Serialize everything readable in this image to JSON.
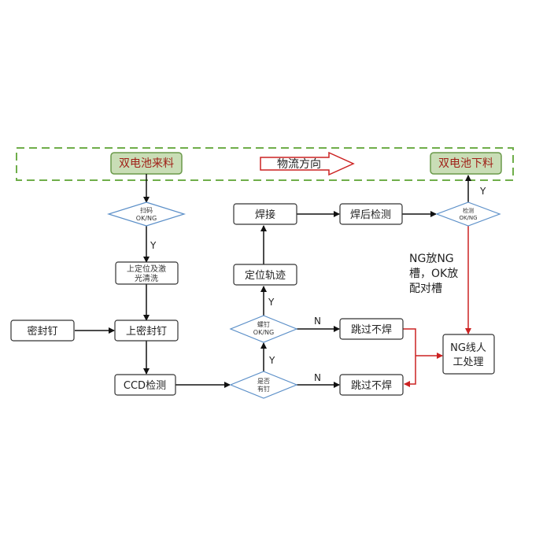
{
  "colors": {
    "dashed_border": "#6fae4a",
    "terminal_fill": "#c9ddb6",
    "terminal_stroke": "#6a9a4a",
    "terminal_text": "#a02018",
    "diamond_stroke": "#5b8fc8",
    "line": "#111111",
    "red_line": "#cc2222",
    "box_stroke": "#333333"
  },
  "header": {
    "start": "双电池来料",
    "end": "双电池下料",
    "direction": "物流方向"
  },
  "nodes": {
    "scan": [
      "扫码",
      "OK/NG"
    ],
    "locate_clean": [
      "上定位及激",
      "光清洗"
    ],
    "seal_nail": "密封钉",
    "place_nail": "上密封钉",
    "ccd": "CCD检测",
    "has_nail": [
      "是否",
      "有钉"
    ],
    "skip1": "跳过不焊",
    "skip2": "跳过不焊",
    "weld_check": [
      "螺钉",
      "OK/NG"
    ],
    "locate_track": "定位轨迹",
    "weld": "焊接",
    "post_check": "焊后检测",
    "final_check": [
      "检测",
      "OK/NG"
    ],
    "ng_manual": [
      "NG线人",
      "工处理"
    ]
  },
  "labels": {
    "y_scan": "Y",
    "y_has_nail": "Y",
    "n_has_nail": "N",
    "y_weld_check": "Y",
    "n_weld_check": "N",
    "y_final": "Y"
  },
  "note": [
    "NG放NG",
    "槽，OK放",
    "配对槽"
  ]
}
